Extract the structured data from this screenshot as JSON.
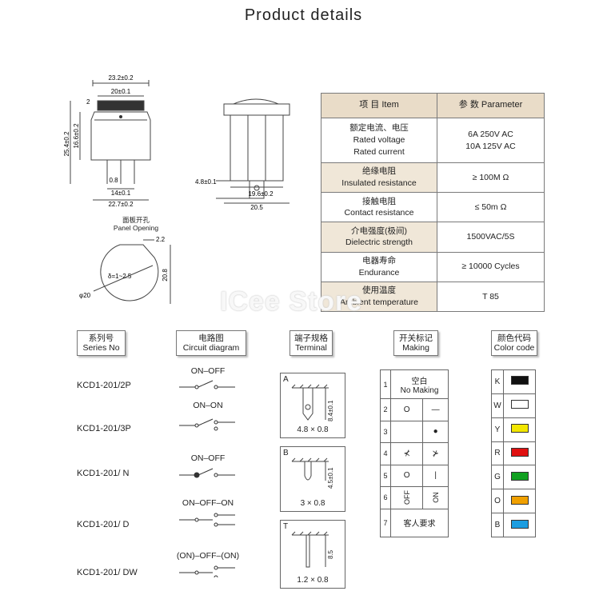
{
  "page": {
    "title": "Product details"
  },
  "drawing": {
    "dims_front": [
      "23.2±0.2",
      "20±0.1",
      "16.6±0.2",
      "25.4±0.2",
      "2",
      "0.8",
      "14±0.1",
      "22.7±0.2"
    ],
    "dims_side": [
      "4.8±0.1",
      "19.6±0.2",
      "20.5"
    ],
    "panel_label_cn": "面板开孔",
    "panel_label_en": "Panel Opening",
    "panel_dims": [
      "2.2",
      "δ=1~2.5",
      "20.8",
      "φ20"
    ]
  },
  "params": {
    "header": {
      "item": "项 目  Item",
      "param": "参 数  Parameter"
    },
    "rows": [
      {
        "cn": "额定电流、电压",
        "en": [
          "Rated voltage",
          "Rated current"
        ],
        "value": [
          "6A  250V AC",
          "10A 125V AC"
        ]
      },
      {
        "cn": "绝缘电阻",
        "en": [
          "Insulated resistance"
        ],
        "value": [
          "≥ 100M Ω"
        ]
      },
      {
        "cn": "接触电阻",
        "en": [
          "Contact resistance"
        ],
        "value": [
          "≤ 50m Ω"
        ]
      },
      {
        "cn": "介电强度(极间)",
        "en": [
          "Dielectric strength"
        ],
        "value": [
          "1500VAC/5S"
        ]
      },
      {
        "cn": "电器寿命",
        "en": [
          "Endurance"
        ],
        "value": [
          "≥ 10000 Cycles"
        ]
      },
      {
        "cn": "使用温度",
        "en": [
          "Ambient temperature"
        ],
        "value": [
          "T 85"
        ]
      }
    ]
  },
  "watermark": "ICee Store",
  "categories": {
    "series": {
      "cn": "系列号",
      "en": "Series No"
    },
    "circuit": {
      "cn": "电路图",
      "en": "Circuit diagram"
    },
    "terminal": {
      "cn": "端子规格",
      "en": "Terminal"
    },
    "making": {
      "cn": "开关标记",
      "en": "Making"
    },
    "color": {
      "cn": "颜色代码",
      "en": "Color code"
    }
  },
  "series": [
    {
      "name": "KCD1-201/2P",
      "circuit": "ON–OFF"
    },
    {
      "name": "KCD1-201/3P",
      "circuit": "ON–ON"
    },
    {
      "name": "KCD1-201/ N",
      "circuit": "ON–OFF"
    },
    {
      "name": "KCD1-201/ D",
      "circuit": "ON–OFF–ON"
    },
    {
      "name": "KCD1-201/ DW",
      "circuit": "(ON)–OFF–(ON)"
    }
  ],
  "terminals": [
    {
      "letter": "A",
      "dim_h": "8.4±0.1",
      "size": "4.8 × 0.8"
    },
    {
      "letter": "B",
      "dim_h": "4.5±0.1",
      "size": "3 × 0.8"
    },
    {
      "letter": "T",
      "dim_h": "8.5",
      "size": "1.2 × 0.8"
    }
  ],
  "making": [
    {
      "n": "1",
      "cn": "空白",
      "en": "No Making",
      "a": "",
      "b": ""
    },
    {
      "n": "2",
      "a": "O",
      "b": "—"
    },
    {
      "n": "3",
      "a": "",
      "b": "●"
    },
    {
      "n": "4",
      "a": "⊀",
      "b": "⊁"
    },
    {
      "n": "5",
      "a": "O",
      "b": "|"
    },
    {
      "n": "6",
      "a": "OFF",
      "b": "ON"
    },
    {
      "n": "7",
      "cn": "客人要求"
    }
  ],
  "colors": [
    {
      "code": "K",
      "hex": "#111111"
    },
    {
      "code": "W",
      "hex": "#ffffff"
    },
    {
      "code": "Y",
      "hex": "#f2e600"
    },
    {
      "code": "R",
      "hex": "#e01010"
    },
    {
      "code": "G",
      "hex": "#10a020"
    },
    {
      "code": "O",
      "hex": "#f0a000"
    },
    {
      "code": "B",
      "hex": "#1c9de0"
    }
  ]
}
